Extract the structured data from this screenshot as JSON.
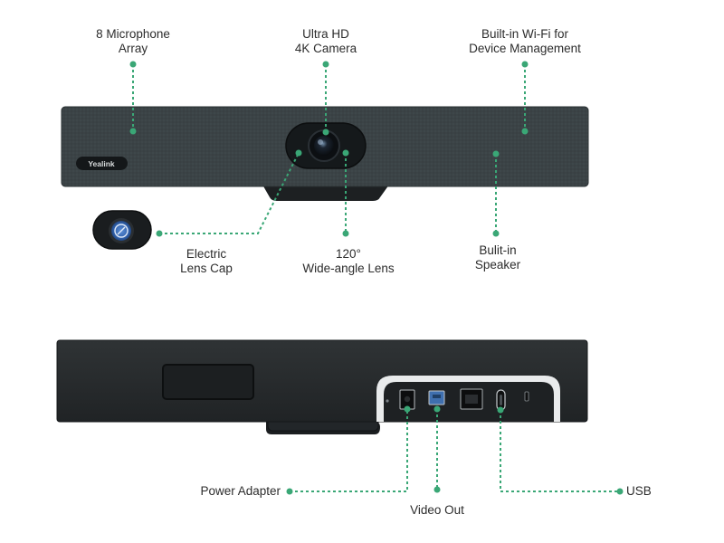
{
  "accent_color": "#3aa776",
  "brand_logo_text": "Yealink",
  "callouts_front": {
    "mic_array": [
      "8 Microphone",
      "Array"
    ],
    "camera": [
      "Ultra HD",
      "4K Camera"
    ],
    "wifi": [
      "Built-in Wi-Fi for",
      "Device Management"
    ],
    "lens_cap": [
      "Electric",
      "Lens Cap"
    ],
    "wide_lens": [
      "120°",
      "Wide-angle Lens"
    ],
    "speaker": [
      "Bulit-in",
      "Speaker"
    ]
  },
  "callouts_back": {
    "power": "Power Adapter",
    "video_out": "Video Out",
    "usb": "USB"
  }
}
